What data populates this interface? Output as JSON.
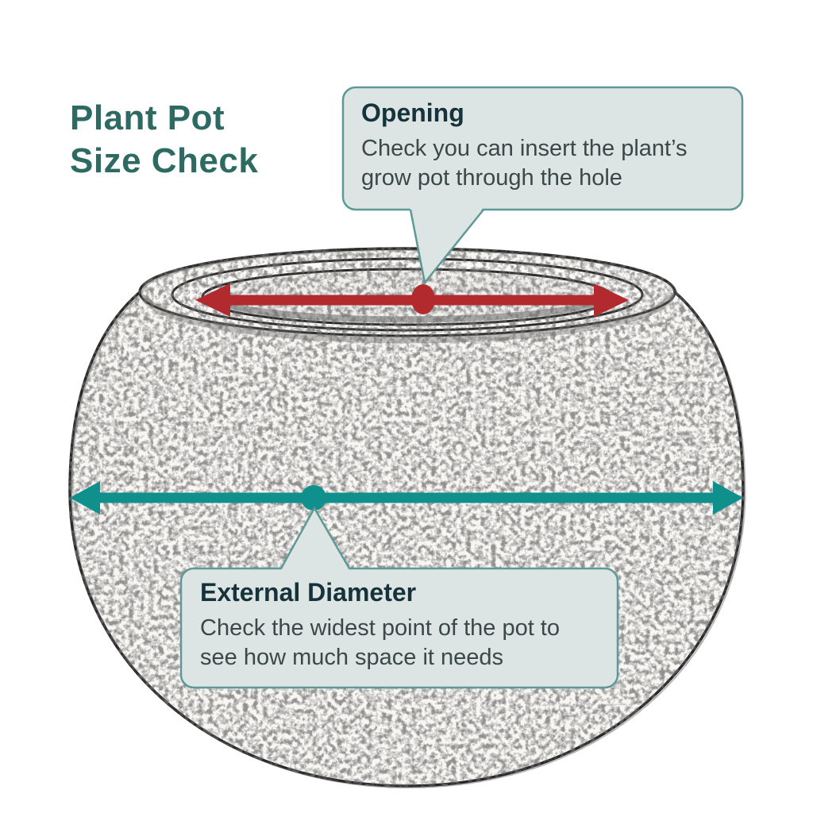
{
  "title": {
    "line1": "Plant Pot",
    "line2": "Size Check"
  },
  "callouts": {
    "opening": {
      "heading": "Opening",
      "body": "Check you can insert the plant’s grow pot through the hole"
    },
    "external_diameter": {
      "heading": "External Diameter",
      "body": "Check the widest point of the pot to see how much space it needs"
    }
  },
  "markers": {
    "opening_arrow": "red horizontal double-headed arrow across pot opening",
    "opening_dot": "red oval marker at centre of opening arrow",
    "diameter_arrow": "teal horizontal double-headed arrow across widest point of pot",
    "diameter_dot": "teal round marker on diameter arrow"
  },
  "colors": {
    "title_text": "#2d6a62",
    "heading_text": "#16323a",
    "body_text": "#3a4847",
    "callout_bg": "#dce5e3",
    "callout_border": "#5d9995",
    "opening_arrow": "#b22a2e",
    "diameter_arrow": "#0f908d",
    "pot_outline": "#262626",
    "background": "#ffffff"
  }
}
